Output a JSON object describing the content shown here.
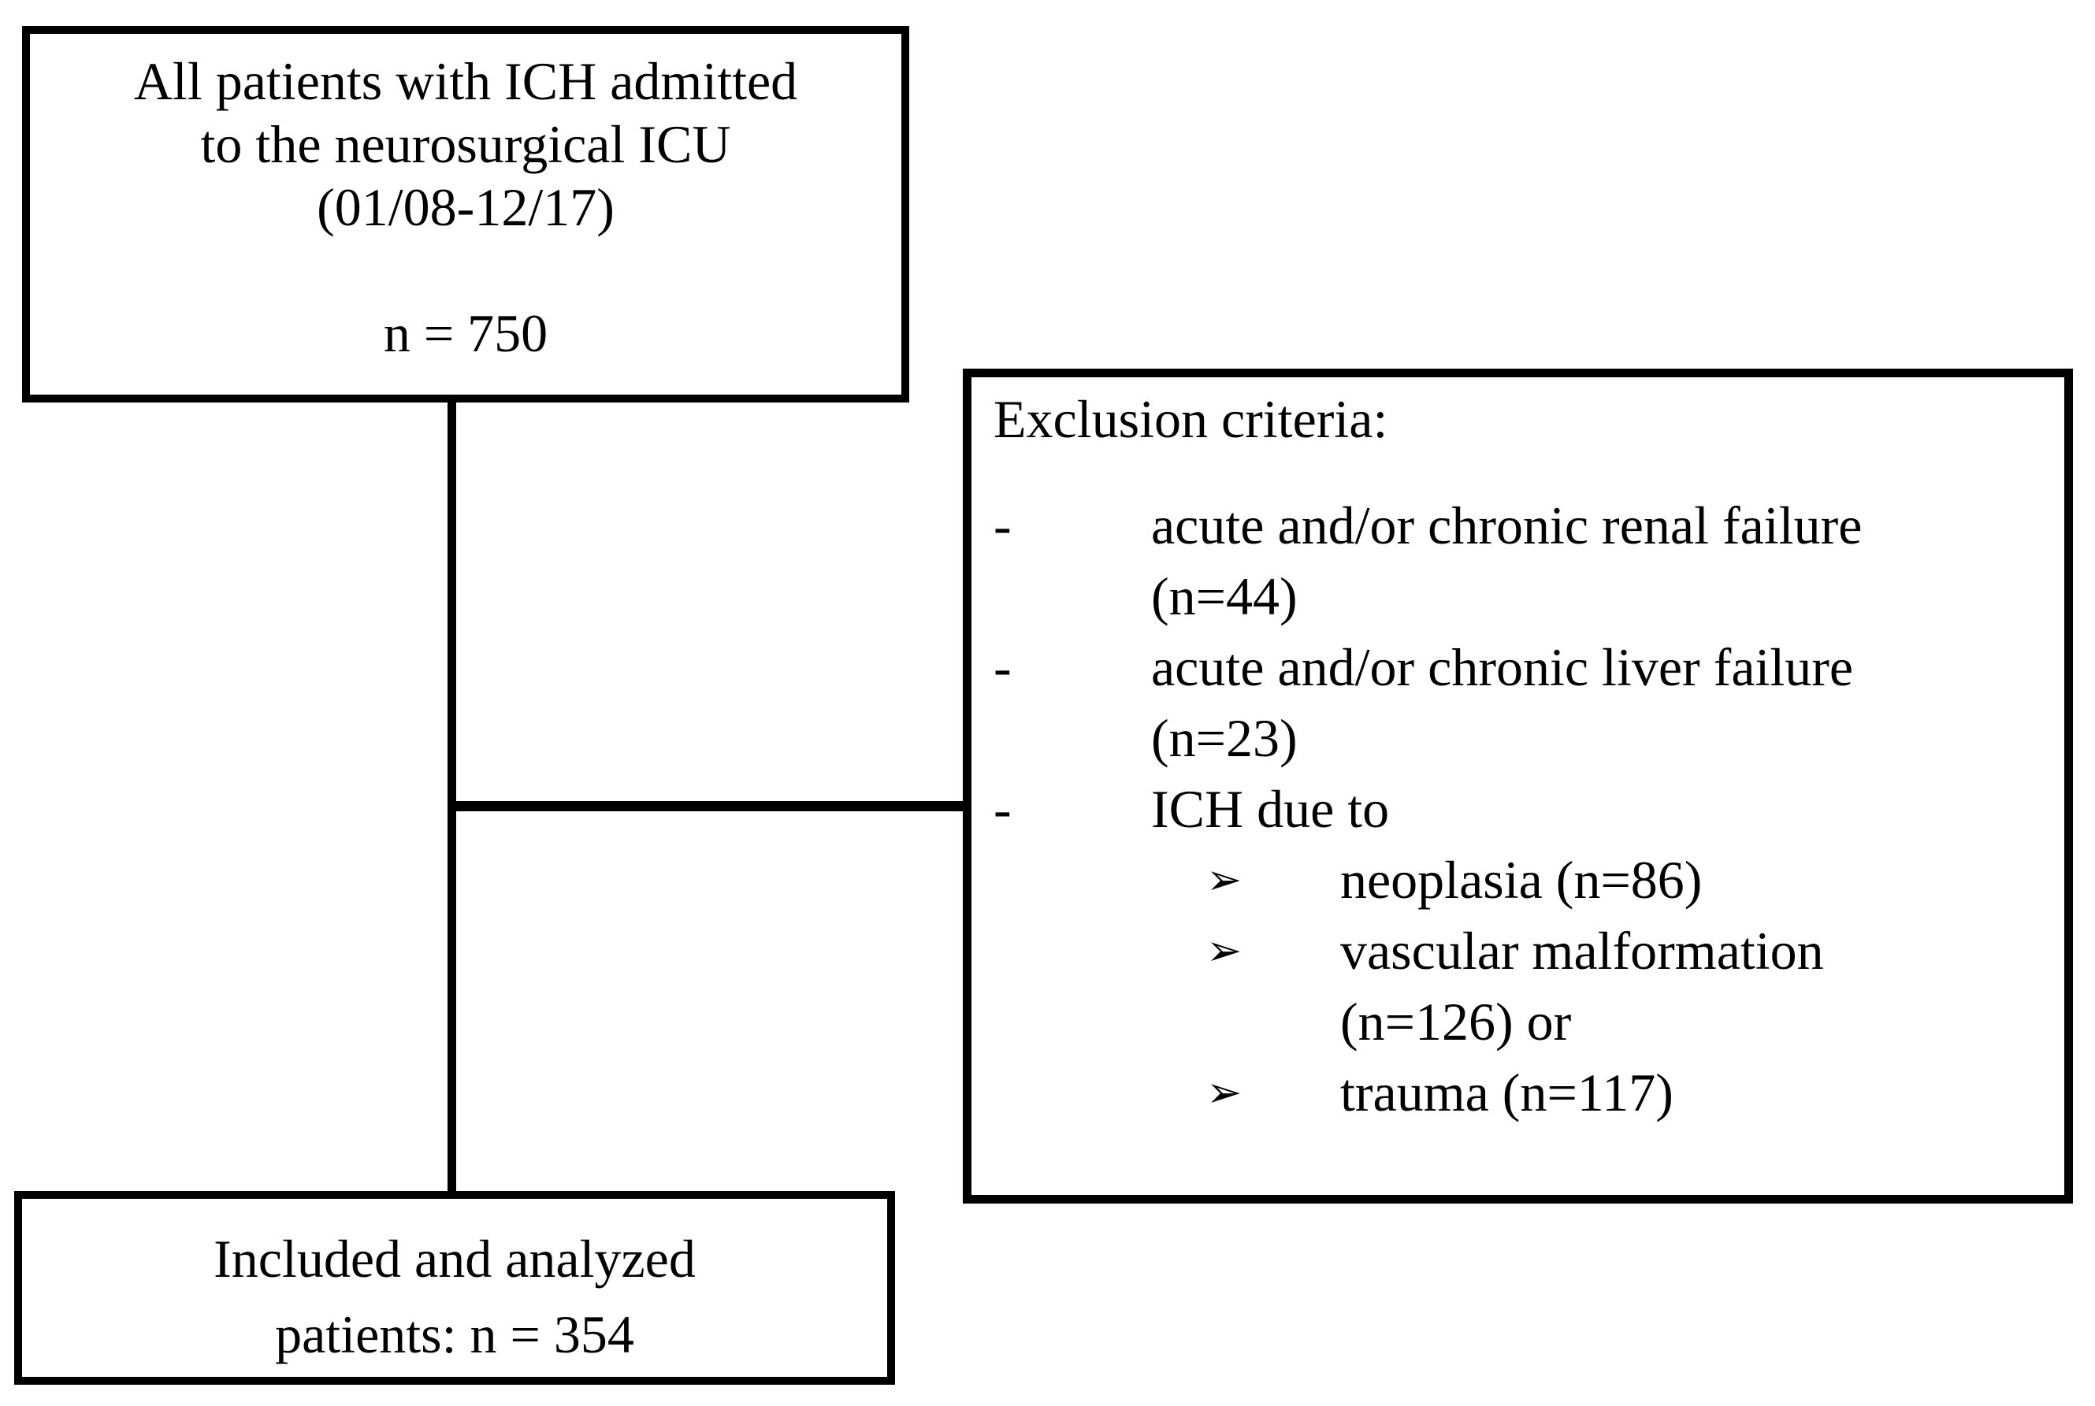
{
  "page": {
    "background_color": "#ffffff",
    "ink_color": "#000000"
  },
  "top_box": {
    "lines": [
      "All patients with ICH admitted",
      "to the neurosurgical ICU",
      "(01/08-12/17)"
    ],
    "count_line": "n = 750"
  },
  "exclusion_box": {
    "title": "Exclusion criteria:",
    "items": [
      {
        "bullet": "-",
        "lines": [
          "acute and/or chronic renal failure",
          "(n=44)"
        ]
      },
      {
        "bullet": "-",
        "lines": [
          "acute and/or chronic liver failure",
          "(n=23)"
        ]
      },
      {
        "bullet": "-",
        "lines": [
          "ICH due to"
        ]
      }
    ],
    "subitems": [
      {
        "bullet": "➢",
        "lines": [
          "neoplasia (n=86)"
        ]
      },
      {
        "bullet": "➢",
        "lines": [
          "vascular malformation",
          "(n=126) or"
        ]
      },
      {
        "bullet": "➢",
        "lines": [
          "trauma (n=117)"
        ]
      }
    ]
  },
  "bottom_box": {
    "lines": [
      "Included and analyzed",
      "patients: n = 354"
    ]
  }
}
